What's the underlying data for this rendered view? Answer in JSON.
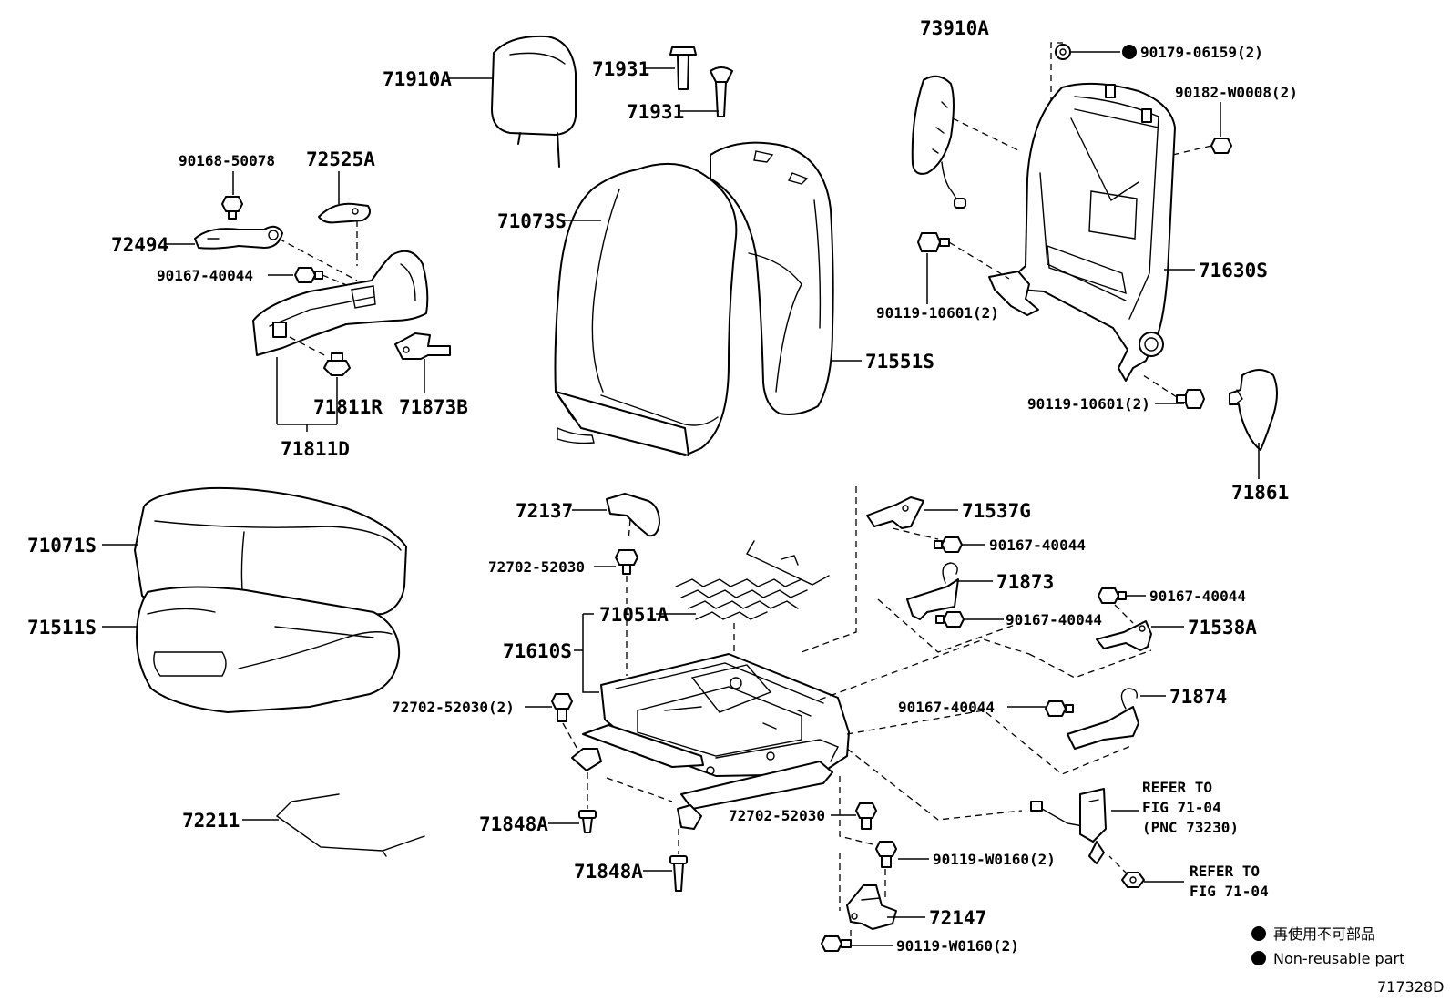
{
  "labels": {
    "p71910A": "71910A",
    "p71931a": "71931",
    "p71931b": "71931",
    "p73910A": "73910A",
    "p90179": "90179-06159(2)",
    "p90182": "90182-W0008(2)",
    "p90168": "90168-50078",
    "p72525A": "72525A",
    "p71073S": "71073S",
    "p72494": "72494",
    "p90167a": "90167-40044",
    "p71630S": "71630S",
    "p90119a": "90119-10601(2)",
    "p71551S": "71551S",
    "p71811R": "71811R",
    "p71873B": "71873B",
    "p71811D": "71811D",
    "p90119b": "90119-10601(2)",
    "p71861": "71861",
    "p72137": "72137",
    "p71537G": "71537G",
    "p71071S": "71071S",
    "p90167b": "90167-40044",
    "p72702a": "72702-52030",
    "p71873": "71873",
    "p90167c": "90167-40044",
    "p71051A": "71051A",
    "p90167d": "90167-40044",
    "p71538A": "71538A",
    "p71511S": "71511S",
    "p71610S": "71610S",
    "p71874": "71874",
    "p72702b": "72702-52030(2)",
    "p90167e": "90167-40044",
    "refer1_line1": "REFER TO",
    "refer1_line2": "FIG 71-04",
    "refer1_line3": "(PNC 73230)",
    "p72211": "72211",
    "p71848Aa": "71848A",
    "p72702c": "72702-52030",
    "p90119W_a": "90119-W0160(2)",
    "refer2_line1": "REFER TO",
    "refer2_line2": "FIG 71-04",
    "p71848Ab": "71848A",
    "p72147": "72147",
    "p90119W_b": "90119-W0160(2)"
  },
  "legend": {
    "line1": "再使用不可部品",
    "line2": "Non-reusable part"
  },
  "figure_id": "717328D"
}
